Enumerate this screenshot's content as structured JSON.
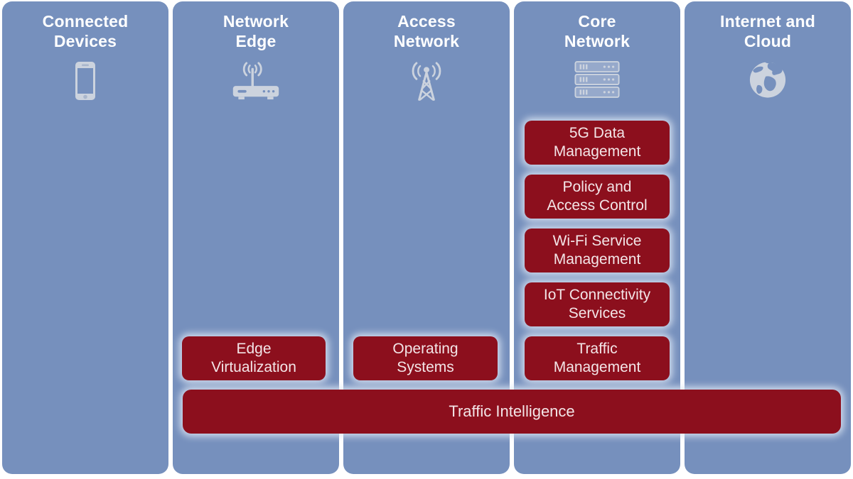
{
  "colors": {
    "column_blue": "#7690bd",
    "service_red": "#8c0f1d",
    "icon_gray": "#ccd3de",
    "header_text": "#ffffff",
    "service_text": "#f3e5e7",
    "page_bg": "#ffffff"
  },
  "columns": [
    {
      "label": "Connected\nDevices",
      "icon": "smartphone-icon"
    },
    {
      "label": "Network\nEdge",
      "icon": "wireless-router-icon"
    },
    {
      "label": "Access\nNetwork",
      "icon": "cell-tower-icon"
    },
    {
      "label": "Core\nNetwork",
      "icon": "server-stack-icon"
    },
    {
      "label": "Internet and\nCloud",
      "icon": "globe-icon"
    }
  ],
  "boxes": {
    "edge_virtualization": "Edge\nVirtualization",
    "operating_systems": "Operating\nSystems",
    "core": [
      "5G Data\nManagement",
      "Policy and\nAccess Control",
      "Wi-Fi Service\nManagement",
      "IoT Connectivity\nServices",
      "Traffic\nManagement"
    ],
    "traffic_intelligence": "Traffic Intelligence"
  }
}
